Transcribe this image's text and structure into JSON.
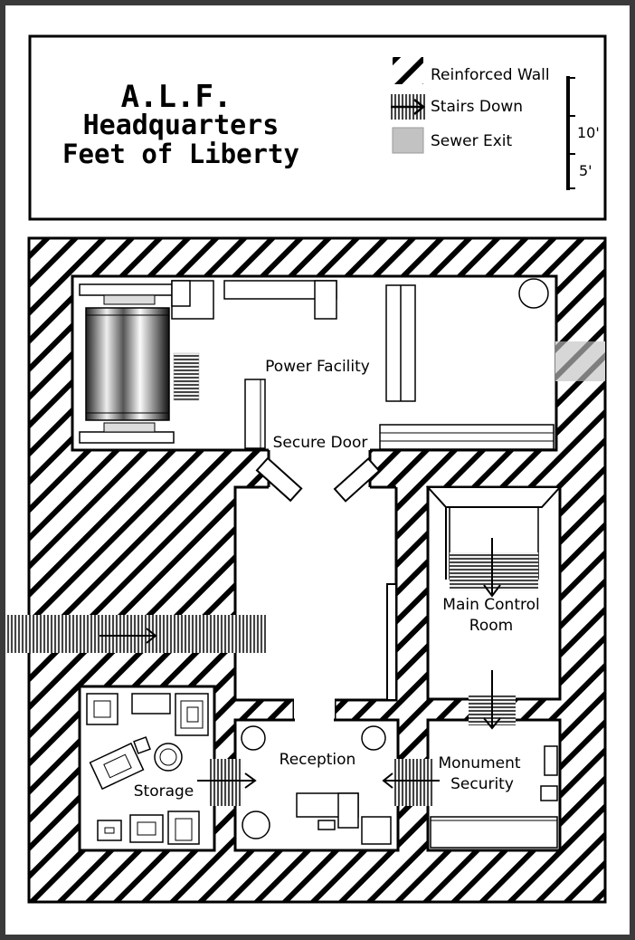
{
  "title": {
    "line1": "A.L.F.",
    "line2": "Headquarters",
    "line3": "Feet of Liberty"
  },
  "legend": {
    "reinforced_wall": "Reinforced Wall",
    "stairs_down": "Stairs Down",
    "sewer_exit": "Sewer Exit"
  },
  "scale": {
    "mark_10": "10'",
    "mark_5": "5'"
  },
  "rooms": {
    "power_facility": "Power Facility",
    "secure_door": "Secure Door",
    "main_control_line1": "Main Control",
    "main_control_line2": "Room",
    "reception": "Reception",
    "storage": "Storage",
    "monument_line1": "Monument",
    "monument_line2": "Security"
  },
  "colors": {
    "wall_hatch": "#000000",
    "sewer_exit": "#c2c2c2",
    "floor": "#ffffff",
    "frame": "#3a3a3a"
  },
  "icons": [
    "reinforced-wall-swatch",
    "stairs-down-icon",
    "sewer-exit-swatch",
    "scale-bar"
  ]
}
